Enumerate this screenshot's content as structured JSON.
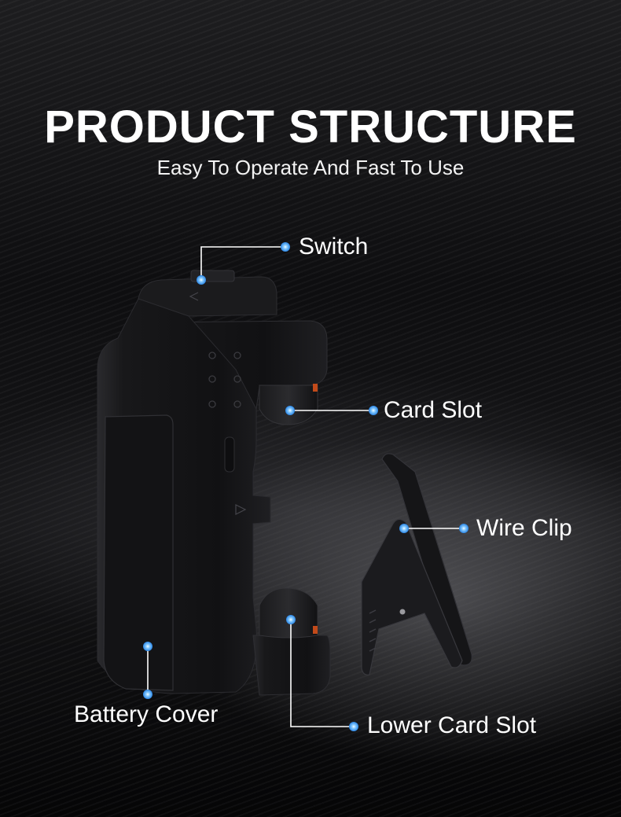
{
  "header": {
    "title": "PRODUCT STRUCTURE",
    "subtitle": "Easy To Operate And Fast To Use"
  },
  "callouts": {
    "switch": "Switch",
    "card_slot": "Card Slot",
    "wire_clip": "Wire Clip",
    "battery_cover": "Battery Cover",
    "lower_card_slot": "Lower Card Slot"
  },
  "colors": {
    "accent_dot": "#4da6ff",
    "line": "#ffffff",
    "device_body": "#141416",
    "background": "#0b0b0c"
  }
}
